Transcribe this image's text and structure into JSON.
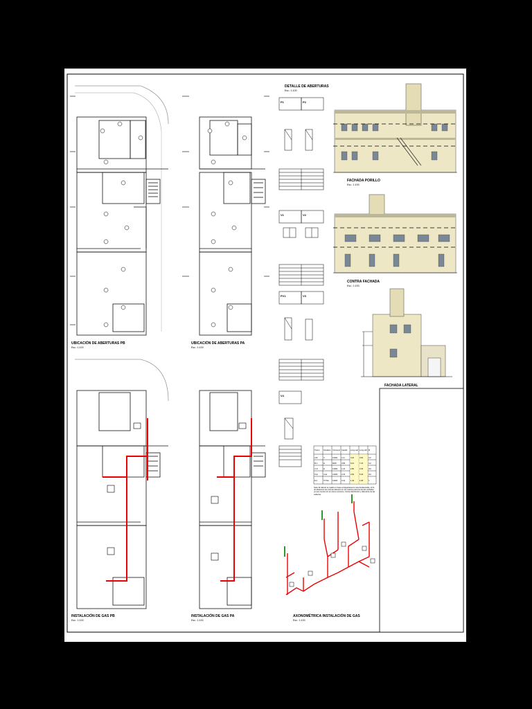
{
  "titles": {
    "aberturas_pb": "UBICACIÓN DE ABERTURAS PB",
    "aberturas_pa": "UBICACIÓN DE ABERTURAS PA",
    "gas_pb": "INSTALACIÓN DE GAS PB",
    "gas_pa": "INSTALACIÓN DE GAS PA",
    "detalle_aberturas": "DETALLE DE ABERTURAS",
    "fachada": "FACHADA PORILLO",
    "contra_fachada": "CONTRA FACHADA",
    "fachada_lateral": "FACHADA LATERAL",
    "axonometrica": "AXONOMÉTRICA INSTALACIÓN DE GAS"
  },
  "scale": "Esc.: 1:100",
  "door_codes": [
    "P1",
    "P2",
    "V1",
    "V2",
    "PV1",
    "V3",
    "V4"
  ],
  "table": {
    "headers": [
      "Tramo",
      "Artefacto",
      "Consumo",
      "Caudal",
      "Long real",
      "Long calc",
      "Ø"
    ],
    "rows": [
      [
        "A-B",
        "C",
        "10000",
        "1.11",
        "3.20",
        "3.84",
        "1/2"
      ],
      [
        "B-C",
        "E",
        "8000",
        "0.89",
        "6.10",
        "7.32",
        "1/2"
      ],
      [
        "C-D",
        "E",
        "13000",
        "1.44",
        "2.80",
        "3.36",
        "3/4"
      ],
      [
        "D-E",
        "C+E",
        "21000",
        "2.33",
        "4.50",
        "5.40",
        "3/4"
      ],
      [
        "E-F",
        "TOTAL",
        "31000",
        "3.44",
        "1.40",
        "1.68",
        "1"
      ]
    ]
  },
  "note": "Nota: El cálculo se realiza en base al departamento más desfavorable, el fin de abastecer las mismas diámetro en los cuantos para las demás unidades ya que cuenta con el mismo consumo, misma distribución y diámetros de las cañerías."
}
